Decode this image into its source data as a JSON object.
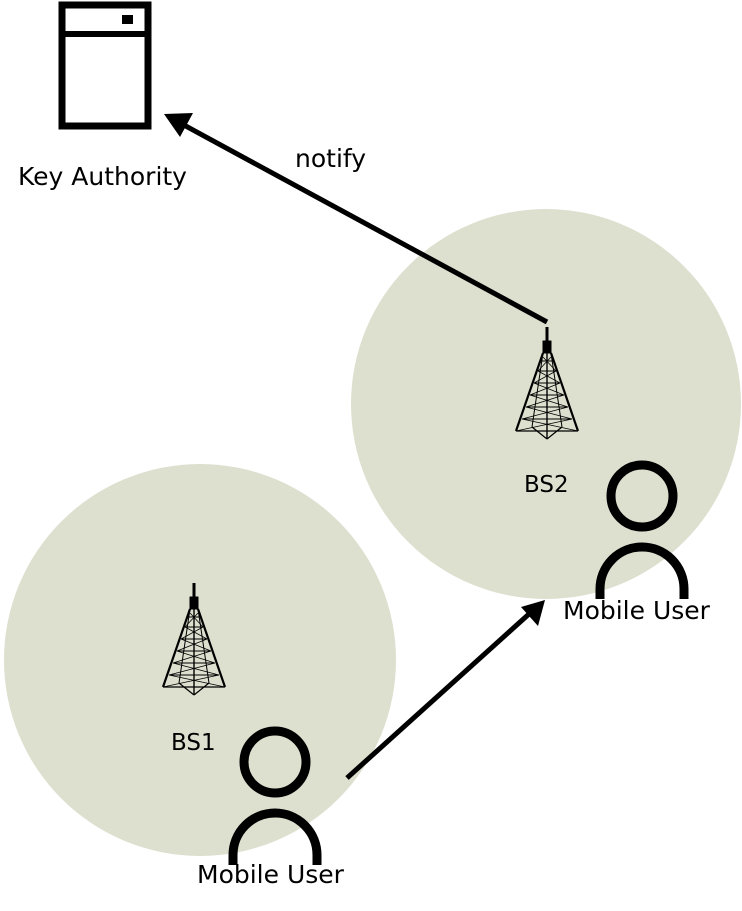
{
  "labels": {
    "key_authority": "Key Authority",
    "notify": "notify",
    "bs1": "BS1",
    "bs2": "BS2",
    "mobile_user_1": "Mobile User",
    "mobile_user_2": "Mobile User"
  },
  "icons": {
    "server": "server-icon",
    "tower": "cell-tower-icon",
    "user": "user-icon"
  },
  "colors": {
    "coverage_fill": "#dde0cf",
    "stroke": "#000000",
    "background": "#ffffff"
  }
}
